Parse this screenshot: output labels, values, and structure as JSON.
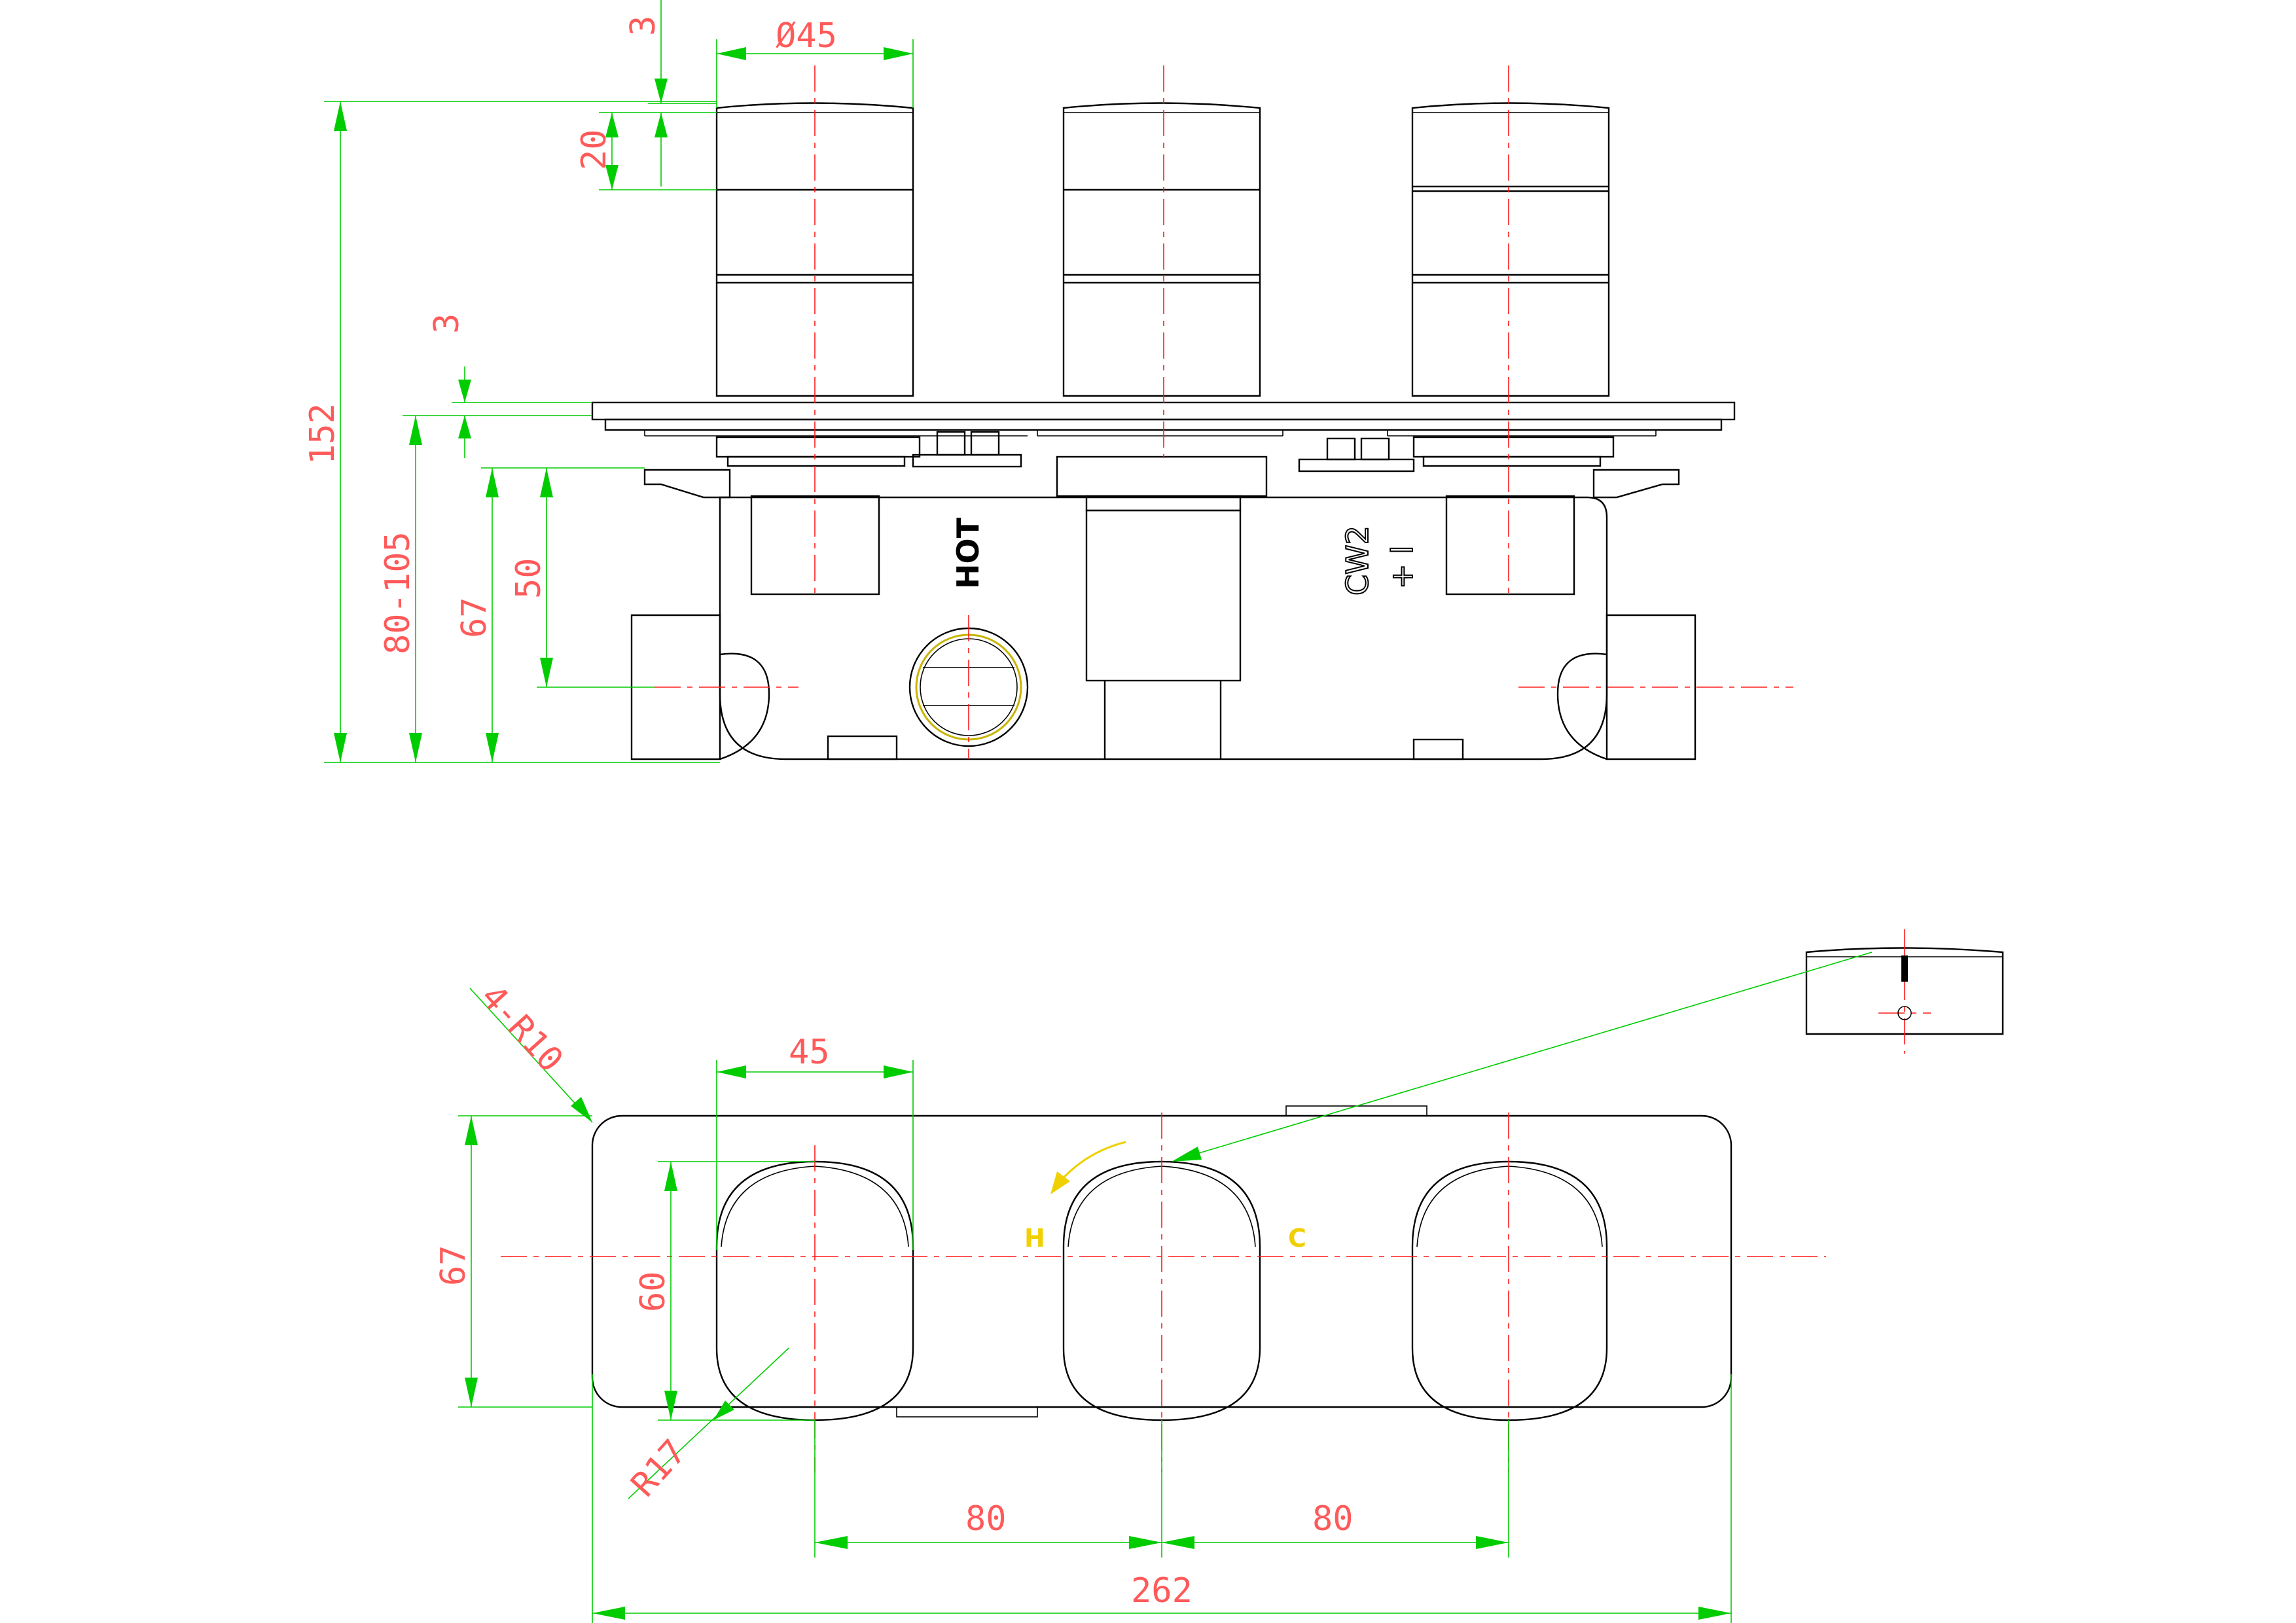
{
  "dimensions": {
    "top_view": {
      "overall_height": "152",
      "depth_range": "80-105",
      "body_height": "67",
      "outlet_height": "50",
      "knob_top_gap": "3",
      "knob_cap": "20",
      "plate_thickness": "3",
      "knob_diameter": "Ø45"
    },
    "front_view": {
      "corner_radius": "4-R10",
      "knob_width": "45",
      "plate_height": "67",
      "knob_height": "60",
      "knob_radius": "R17",
      "spacing_left": "80",
      "spacing_right": "80",
      "overall_width": "262"
    }
  },
  "labels": {
    "hot": "HOT",
    "cw2": "CW2",
    "plus_minus": "+ I",
    "h": "H",
    "c": "C"
  },
  "colors": {
    "outline": "#000000",
    "centerline": "#ff1a1a",
    "dimension_line": "#00cc00",
    "dimension_text": "#ff5a5a",
    "indicator": "#f0d000"
  }
}
